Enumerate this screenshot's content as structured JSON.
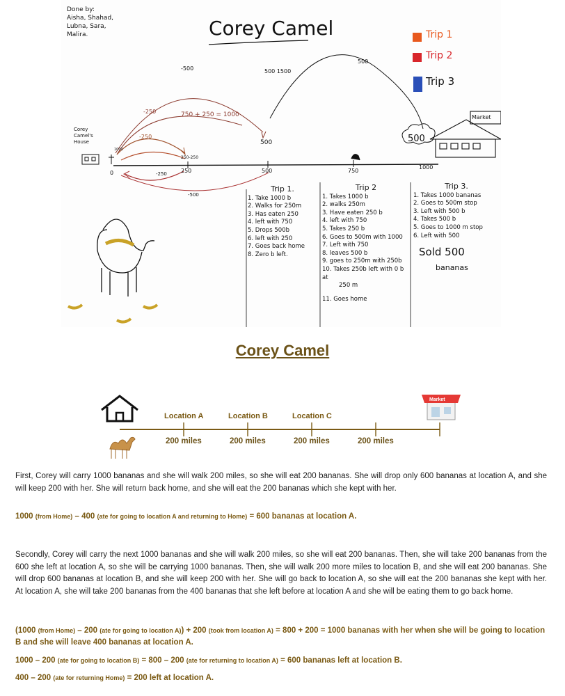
{
  "sketch": {
    "credits": [
      "Done by:",
      "Aisha, Shahad,",
      "Lubna, Sara,",
      "Malira."
    ],
    "title": "Corey Camel",
    "legend": [
      {
        "label": "Trip 1",
        "color": "#e8591e"
      },
      {
        "label": "Trip 2",
        "color": "#d8262b"
      },
      {
        "label": "Trip 3",
        "color": "#2a4fb8"
      }
    ],
    "house_label": "Corey Camel's House",
    "market_label": "Market",
    "cloud_value": "500",
    "arc_labels": {
      "top_left": "-500",
      "top_mid": "500  1500",
      "top_right": "500",
      "mid": "-250",
      "sum": "750 + 250 = 1000",
      "low": "-250",
      "small": "250-250",
      "under_left": "-250",
      "under_right": "-500",
      "drop": "500",
      "start_mark": "1000"
    },
    "axis_ticks": [
      "0",
      "250",
      "500",
      "750",
      "1000"
    ],
    "trip1": {
      "heading": "Trip 1.",
      "steps": [
        "1. Take 1000 b",
        "2. Walks for 250m",
        "3. Has eaten 250",
        "4. left with 750",
        "5. Drops 500b",
        "6. left with 250",
        "7. Goes back home",
        "8. Zero b left."
      ]
    },
    "trip2": {
      "heading": "Trip 2",
      "steps": [
        "1. Takes 1000 b",
        "2. walks 250m",
        "3. Have eaten 250 b",
        "4. left with 750",
        "5. Takes 250 b",
        "6. Goes to 500m with 1000",
        "7. Left with 750",
        "8. leaves 500 b",
        "9. goes to 250m with 250b",
        "10. Takes 250b left with 0 b at",
        "250 m",
        "11. Goes home"
      ]
    },
    "trip3": {
      "heading": "Trip 3.",
      "steps": [
        "1. Takes 1000 bananas",
        "2. Goes to 500m stop",
        "3. Left with 500 b",
        "4. Takes 500 b",
        "5. Goes to 1000 m stop",
        "6. Left with 500"
      ],
      "sold": "Sold 500",
      "sold_unit": "bananas"
    }
  },
  "diagram": {
    "title": "Corey Camel",
    "locations": [
      "Location A",
      "Location B",
      "Location C"
    ],
    "segments": [
      "200 miles",
      "200 miles",
      "200 miles",
      "200 miles"
    ],
    "market_sign": "Market"
  },
  "text": {
    "para1": "First, Corey will carry 1000 bananas and she will walk 200 miles, so she will eat 200 bananas. She will drop only 600 bananas at location A, and she will keep 200 with her. She will return back home, and she will eat the 200 bananas which she kept with her.",
    "eq1": {
      "a": "1000 ",
      "a_note": "(from Home)",
      "b": " – 400 ",
      "b_note": "(ate for going to location A and returning to Home)",
      "c": " = 600 bananas at location A."
    },
    "para2": "Secondly, Corey will carry the next 1000 bananas and she will walk 200 miles, so she will eat 200 bananas. Then, she will take 200 bananas from the 600 she left at location A, so she will be carrying 1000 bananas. Then, she will walk 200 more miles to location B, and she will eat 200 bananas. She will drop 600 bananas at location B, and she will keep 200 with her. She will go back to location A, so she will eat the 200 bananas she kept with her. At location A, she will take 200 bananas from the 400 bananas that she left before at location A and she will be eating them to go back home.",
    "eq2": {
      "a": "(1000 ",
      "a_note": "(from Home)",
      "b": " – 200 ",
      "b_note": "(ate for going to location A)",
      "c": ") + 200 ",
      "c_note": "(took from location A)",
      "d": " = 800 + 200 = 1000 bananas with her when she will be going to location B and she will leave 400 bananas at location A."
    },
    "eq3": {
      "a": "1000 – 200 ",
      "a_note": "(ate for going to location B)",
      "b": " = 800 – 200 ",
      "b_note": "(ate for returning to location A)",
      "c": " = 600 bananas left at location B."
    },
    "eq4": {
      "a": "400 – 200 ",
      "a_note": "(ate for returning Home)",
      "b": " = 200 left at location A."
    }
  }
}
